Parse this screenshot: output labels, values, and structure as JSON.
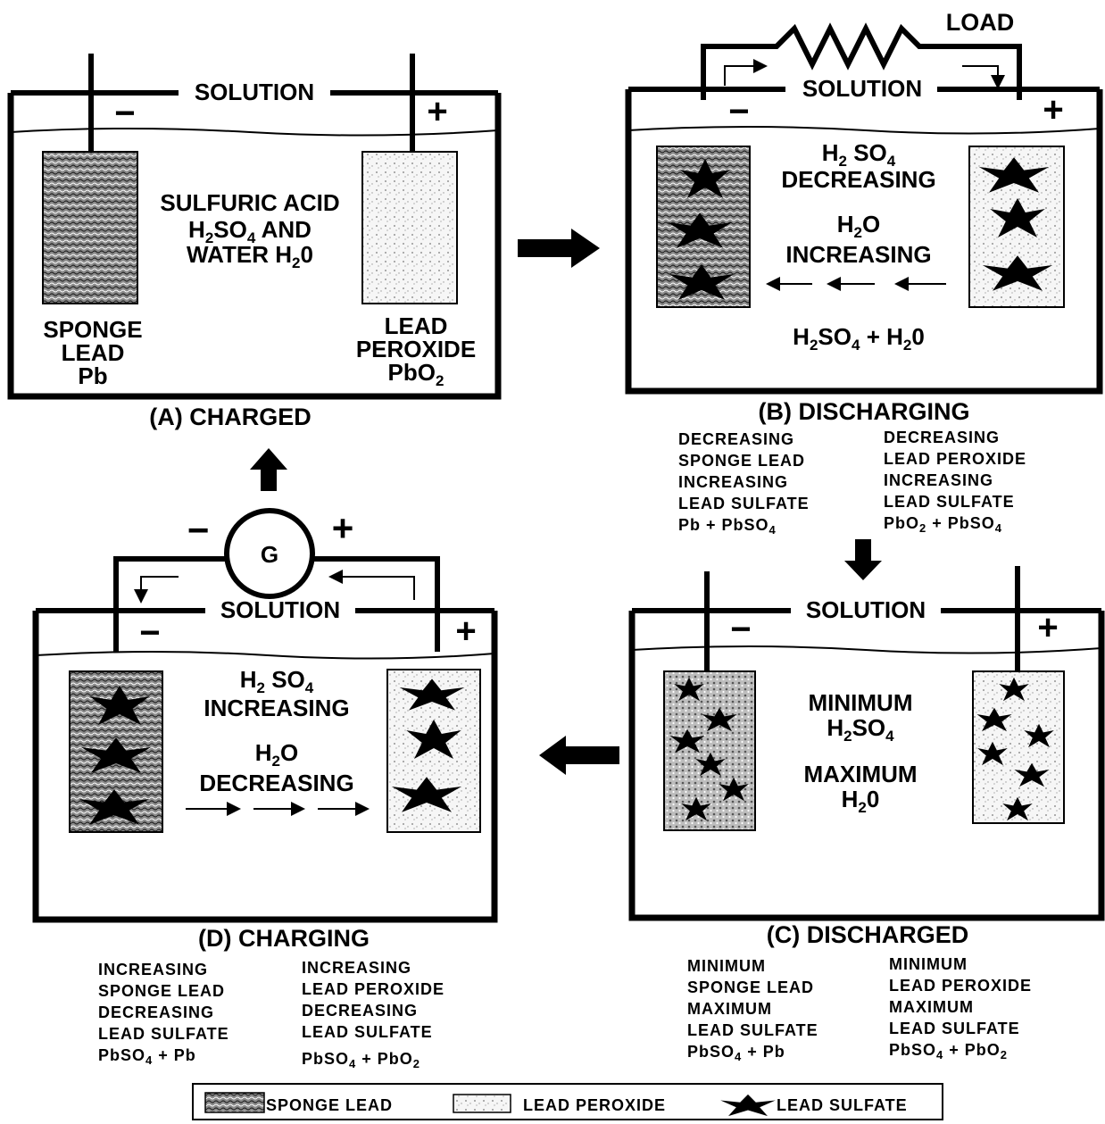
{
  "panel_a": {
    "caption": "(A) CHARGED",
    "solution": "SOLUTION",
    "neg": "−",
    "pos": "+",
    "acid_l1": "SULFURIC ACID",
    "acid_l2_a": "H",
    "acid_l2_b": "2",
    "acid_l2_c": "SO",
    "acid_l2_d": "4",
    "acid_l2_e": " AND",
    "acid_l3_a": "WATER H",
    "acid_l3_b": "2",
    "acid_l3_c": "0",
    "left_l1": "SPONGE",
    "left_l2": "LEAD",
    "left_l3": "Pb",
    "right_l1": "LEAD",
    "right_l2": "PEROXIDE",
    "right_l3_a": "PbO",
    "right_l3_b": "2"
  },
  "panel_b": {
    "caption": "(B) DISCHARGING",
    "load": "LOAD",
    "solution": "SOLUTION",
    "neg": "−",
    "pos": "+",
    "t1_a": "H",
    "t1_b": "2",
    "t1_c": " SO",
    "t1_d": "4",
    "t2": "DECREASING",
    "t3_a": "H",
    "t3_b": "2",
    "t3_c": "O",
    "t4": "INCREASING",
    "f_a": "H",
    "f_b": "2",
    "f_c": "SO",
    "f_d": "4",
    "f_e": "  + H",
    "f_f": "2",
    "f_g": "0",
    "notes_left": [
      "DECREASING",
      "SPONGE LEAD",
      "INCREASING",
      "LEAD SULFATE"
    ],
    "notes_left_formula_a": "Pb + PbSO",
    "notes_left_formula_b": "4",
    "notes_right": [
      "DECREASING",
      "LEAD PEROXIDE",
      "INCREASING",
      "LEAD SULFATE"
    ],
    "notes_right_formula_a": "PbO",
    "notes_right_formula_b": "2",
    "notes_right_formula_c": " + PbSO",
    "notes_right_formula_d": "4"
  },
  "panel_c": {
    "caption": "(C) DISCHARGED",
    "solution": "SOLUTION",
    "neg": "−",
    "pos": "+",
    "t1": "MINIMUM",
    "t2_a": "H",
    "t2_b": "2",
    "t2_c": "SO",
    "t2_d": "4",
    "t3": "MAXIMUM",
    "t4_a": "H",
    "t4_b": "2",
    "t4_c": "0",
    "notes_left": [
      "MINIMUM",
      "SPONGE LEAD",
      "MAXIMUM",
      "LEAD SULFATE"
    ],
    "notes_left_formula_a": "PbSO",
    "notes_left_formula_b": "4",
    "notes_left_formula_c": " + Pb",
    "notes_right": [
      "MINIMUM",
      "LEAD PEROXIDE",
      "MAXIMUM",
      "LEAD SULFATE"
    ],
    "notes_right_formula_a": "PbSO",
    "notes_right_formula_b": "4",
    "notes_right_formula_c": " + PbO",
    "notes_right_formula_d": "2"
  },
  "panel_d": {
    "caption": "(D) CHARGING",
    "generator": "G",
    "solution": "SOLUTION",
    "neg": "−",
    "pos": "+",
    "gen_neg": "−",
    "gen_pos": "+",
    "t1_a": "H",
    "t1_b": "2",
    "t1_c": " SO",
    "t1_d": "4",
    "t2": "INCREASING",
    "t3_a": "H",
    "t3_b": "2",
    "t3_c": "O",
    "t4": "DECREASING",
    "notes_left": [
      "INCREASING",
      "SPONGE LEAD",
      "DECREASING",
      "LEAD SULFATE"
    ],
    "notes_left_formula_a": "PbSO",
    "notes_left_formula_b": "4",
    "notes_left_formula_c": " + Pb",
    "notes_right": [
      "INCREASING",
      "LEAD PEROXIDE",
      "DECREASING",
      "LEAD SULFATE"
    ],
    "notes_right_formula_a": "PbSO",
    "notes_right_formula_b": "4",
    "notes_right_formula_c": " + PbO",
    "notes_right_formula_d": "2"
  },
  "legend": {
    "sponge": "SPONGE LEAD",
    "peroxide": "LEAD PEROXIDE",
    "sulfate": "LEAD SULFATE"
  }
}
